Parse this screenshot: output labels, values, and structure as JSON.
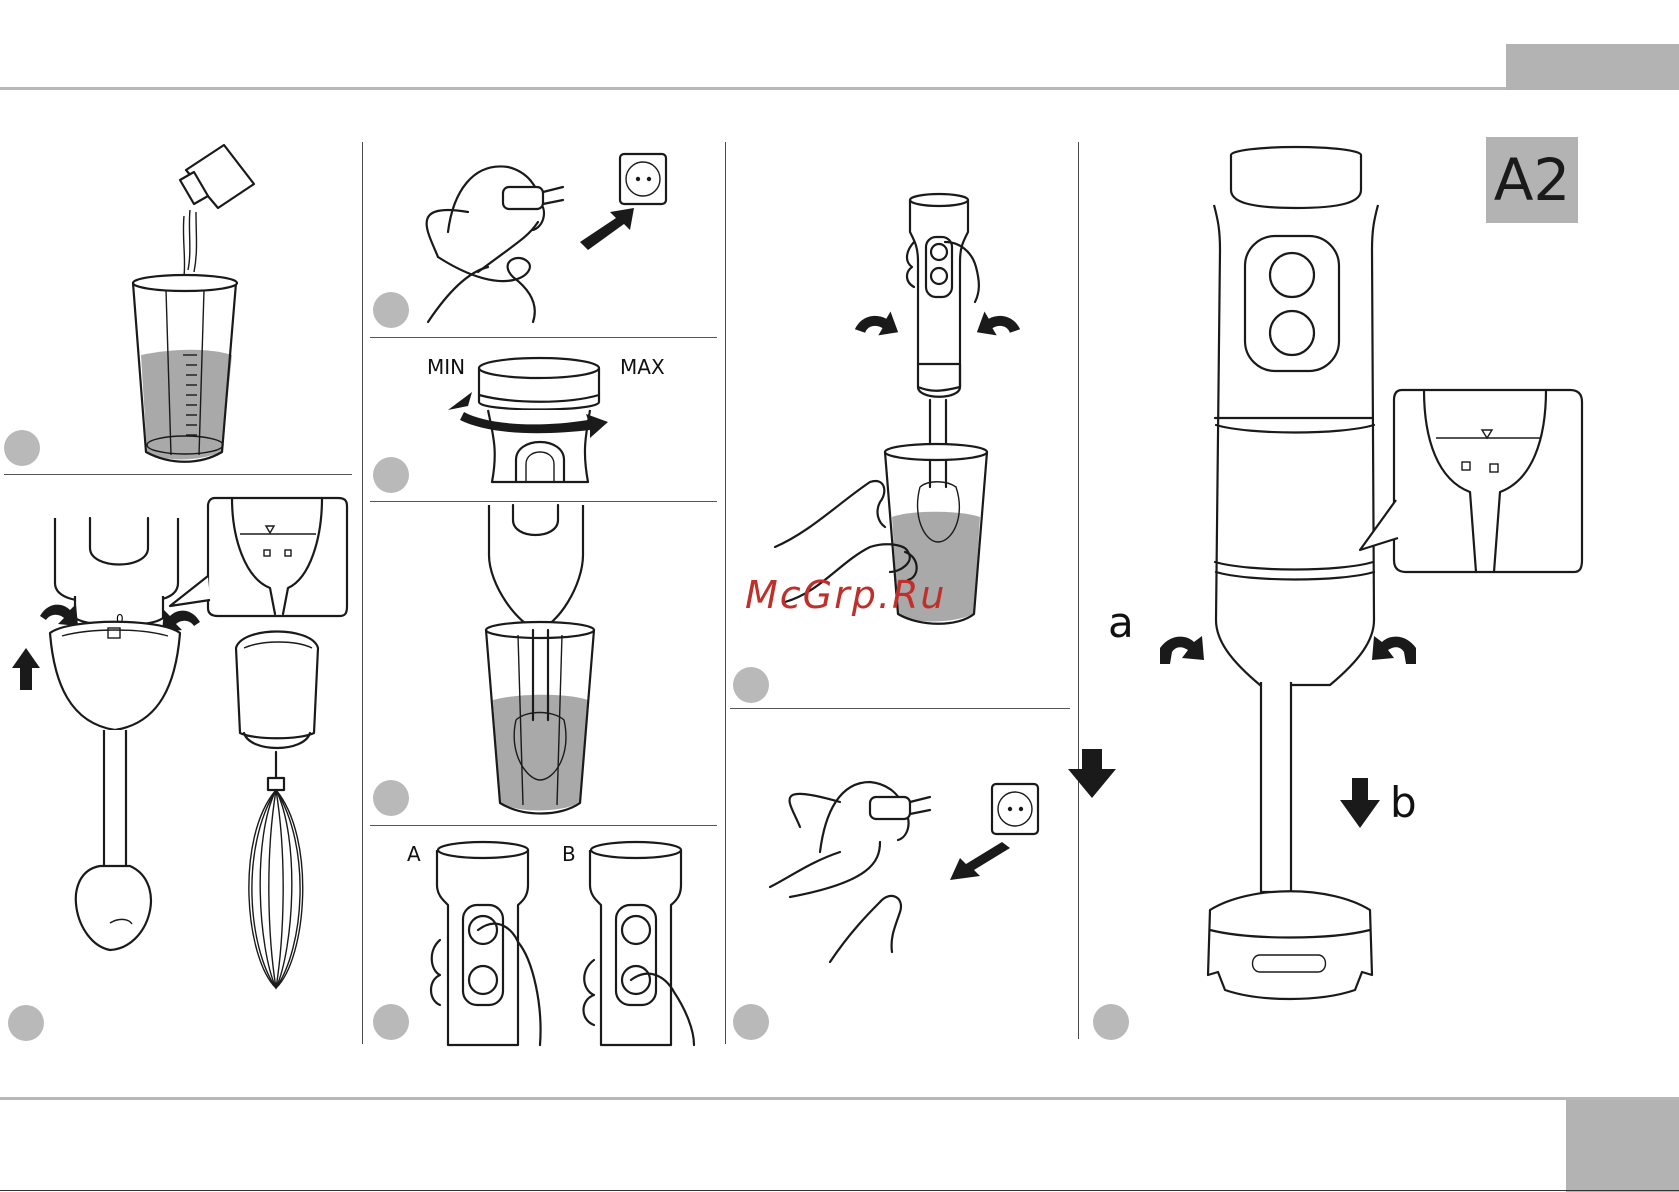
{
  "page": {
    "model_badge": "A2",
    "watermark": "McGrp.Ru"
  },
  "speed_dial": {
    "min_label": "MIN",
    "max_label": "MAX"
  },
  "buttons_panel": {
    "option_a": "A",
    "option_b": "B"
  },
  "detach_panel": {
    "step_a": "a",
    "step_b": "b"
  },
  "colors": {
    "header_rule": "#b8b8b8",
    "tab_grey": "#b3b3b3",
    "step_dot": "#b9b9b9",
    "liquid": "#a9a9a9",
    "watermark": "#c0302b"
  },
  "icons": {
    "rotate_arrow": "rotate-arrow-icon",
    "straight_arrow": "arrow-icon",
    "plug": "plug-icon",
    "socket": "socket-icon",
    "lock": "lock-icon"
  }
}
